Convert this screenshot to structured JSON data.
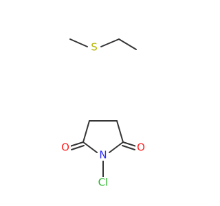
{
  "molecules": [
    {
      "name": "ethyl-methyl-sulfide",
      "atoms": {
        "s": {
          "symbol": "S",
          "color": "#b5b500"
        }
      }
    },
    {
      "name": "n-chlorosuccinimide",
      "atoms": {
        "n": {
          "symbol": "N",
          "color": "#2a2aff"
        },
        "o_left": {
          "symbol": "O",
          "color": "#ff1f1f"
        },
        "o_right": {
          "symbol": "O",
          "color": "#ff1f1f"
        },
        "cl": {
          "symbol": "Cl",
          "color": "#26b526"
        }
      }
    }
  ],
  "colors": {
    "bond": "#333333",
    "background": "#ffffff"
  }
}
